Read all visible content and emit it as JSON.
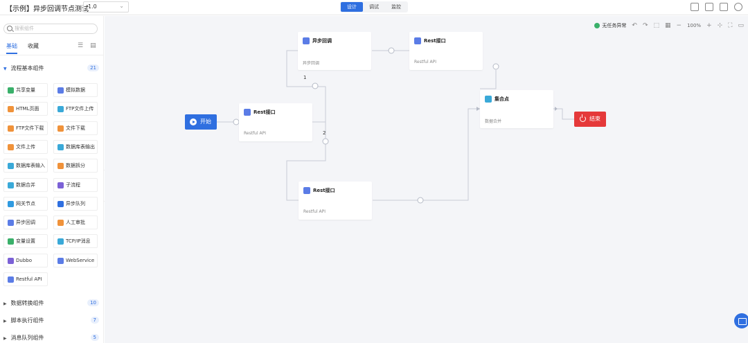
{
  "app": {
    "title": "【示例】异步回调节点测试",
    "version": "1.0"
  },
  "mode_tabs": [
    {
      "label": "设计",
      "active": true
    },
    {
      "label": "调试",
      "active": false
    },
    {
      "label": "监控",
      "active": false
    }
  ],
  "top_icons": [
    "save-icon",
    "save-as-icon",
    "document-icon",
    "expand-icon"
  ],
  "sidebar": {
    "search_placeholder": "搜索组件",
    "tabs": [
      {
        "label": "基础",
        "active": true
      },
      {
        "label": "收藏",
        "active": false
      }
    ],
    "groups": [
      {
        "label": "流程基本组件",
        "count": "21",
        "expanded": true
      },
      {
        "label": "数据转换组件",
        "count": "10",
        "expanded": false
      },
      {
        "label": "脚本执行组件",
        "count": "7",
        "expanded": false
      },
      {
        "label": "消息队列组件",
        "count": "5",
        "expanded": false
      }
    ],
    "components": [
      {
        "label": "共享变量",
        "color": "#3ab06a"
      },
      {
        "label": "模拟数据",
        "color": "#5b7ce6"
      },
      {
        "label": "HTML页面",
        "color": "#f0923a"
      },
      {
        "label": "FTP文件上传",
        "color": "#3aa9d8"
      },
      {
        "label": "FTP文件下载",
        "color": "#f0923a"
      },
      {
        "label": "文件下载",
        "color": "#f0923a"
      },
      {
        "label": "文件上传",
        "color": "#f0923a"
      },
      {
        "label": "数据库表输出",
        "color": "#3aa9d8"
      },
      {
        "label": "数据库表输入",
        "color": "#3aa9d8"
      },
      {
        "label": "数据拆分",
        "color": "#f0923a"
      },
      {
        "label": "数据合并",
        "color": "#3aa9d8"
      },
      {
        "label": "子流程",
        "color": "#7b61d6"
      },
      {
        "label": "网关节点",
        "color": "#2f9ae0"
      },
      {
        "label": "异步队列",
        "color": "#2f6fe0"
      },
      {
        "label": "异步回调",
        "color": "#5b7ce6"
      },
      {
        "label": "人工审批",
        "color": "#f0923a"
      },
      {
        "label": "变量设置",
        "color": "#3ab06a"
      },
      {
        "label": "TCP/IP消息",
        "color": "#3aa9d8"
      },
      {
        "label": "Dubbo",
        "color": "#7b61d6"
      },
      {
        "label": "WebService",
        "color": "#5b7ce6"
      },
      {
        "label": "Restful API",
        "color": "#5b7ce6"
      }
    ]
  },
  "canvas_toolbar": {
    "status": "无任务异常",
    "zoom": "100%",
    "icons": [
      "undo-icon",
      "redo-icon",
      "select-icon",
      "layout-icon",
      "zoom-out-icon",
      "zoom-in-icon",
      "fit-icon",
      "fullscreen-icon",
      "minimap-icon"
    ]
  },
  "flow": {
    "start_label": "开始",
    "end_label": "结束",
    "nodes": [
      {
        "id": "rest1",
        "title": "Rest接口",
        "subtitle": "Restful API",
        "color": "#5b7ce6"
      },
      {
        "id": "async_cb",
        "title": "异步回调",
        "subtitle": "异步回调",
        "color": "#5b7ce6"
      },
      {
        "id": "rest2",
        "title": "Rest接口",
        "subtitle": "Restful API",
        "color": "#5b7ce6"
      },
      {
        "id": "rest3",
        "title": "Rest接口",
        "subtitle": "Restful API",
        "color": "#5b7ce6"
      },
      {
        "id": "gather",
        "title": "集合点",
        "subtitle": "数据合并",
        "color": "#3aa9d8"
      }
    ],
    "edge_labels": [
      "1",
      "2"
    ]
  }
}
